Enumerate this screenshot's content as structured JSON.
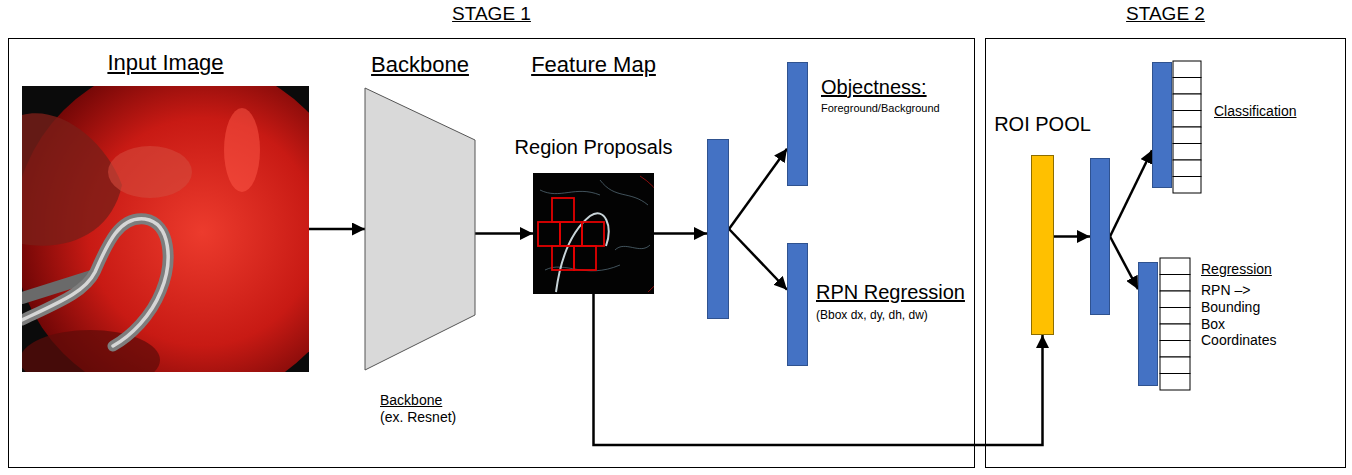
{
  "diagram": {
    "nodes": [
      {
        "text": [
          "STAGE 1"
        ]
      },
      {
        "text": [
          "Input Image"
        ],
        "in": 0
      },
      {
        "text": [
          "Backbone",
          "Backbone (ex. Resnet)"
        ],
        "in": 0
      },
      {
        "text": [
          "Feature Map",
          "Region Proposals"
        ],
        "in": 0
      },
      {
        "text": [],
        "in": 0
      },
      {
        "text": [
          "Objectness:",
          "Foreground/Background"
        ],
        "in": 0
      },
      {
        "text": [
          "RPN Regression",
          "(Bbox dx, dy, dh, dw)"
        ],
        "in": 0
      },
      {
        "text": [
          "STAGE 2"
        ]
      },
      {
        "text": [
          "ROI POOL"
        ],
        "in": 7
      },
      {
        "text": [],
        "in": 7
      },
      {
        "text": [
          "Classification"
        ],
        "in": 7
      },
      {
        "text": [
          "Regression",
          "RPN –> Bounding Box Coordinates"
        ],
        "in": 7
      }
    ],
    "edges": [
      {
        "from": 1,
        "to": 2,
        "arrow": "to"
      },
      {
        "from": 2,
        "to": 3,
        "arrow": "to"
      },
      {
        "from": 3,
        "to": 4,
        "arrow": "to"
      },
      {
        "from": 4,
        "to": 5,
        "arrow": "to"
      },
      {
        "from": 4,
        "to": 6,
        "arrow": "to"
      },
      {
        "from": 3,
        "to": 8,
        "arrow": "to"
      },
      {
        "from": 8,
        "to": 9,
        "arrow": "to"
      },
      {
        "from": 9,
        "to": 10,
        "arrow": "to"
      },
      {
        "from": 9,
        "to": 11,
        "arrow": "to"
      }
    ]
  }
}
